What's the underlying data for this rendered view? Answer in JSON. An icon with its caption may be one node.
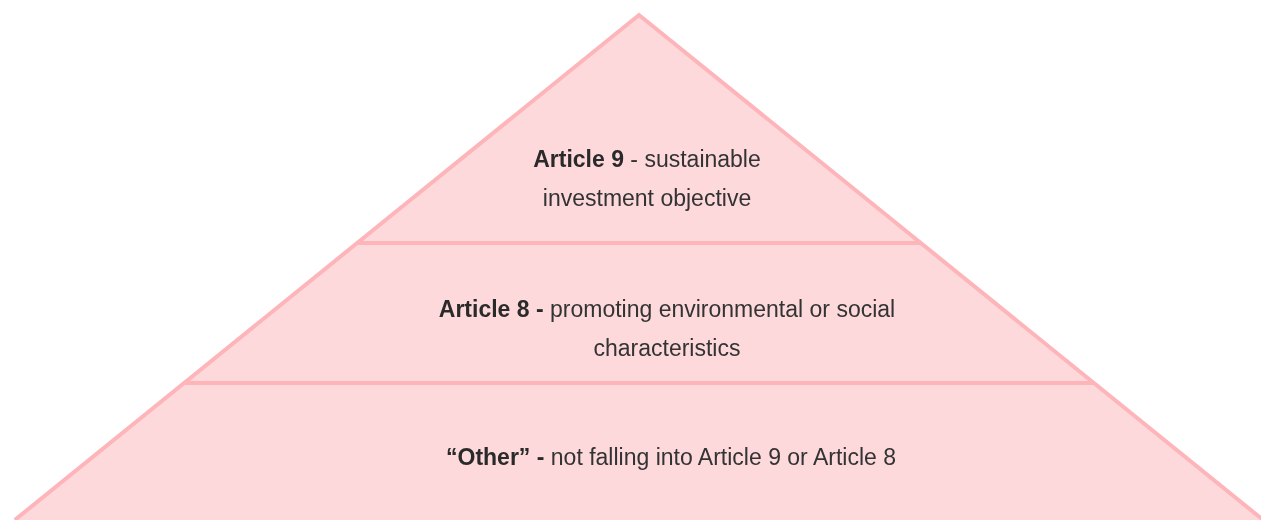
{
  "diagram": {
    "nodes": [
      {
        "text": [
          "**Article 9** - sustainable investment objective"
        ]
      },
      {
        "text": [
          "**Article 8 -** promoting environmental or social characteristics"
        ]
      },
      {
        "text": [
          "**“Other” -** not falling into Article 9 or Article 8"
        ]
      }
    ]
  }
}
